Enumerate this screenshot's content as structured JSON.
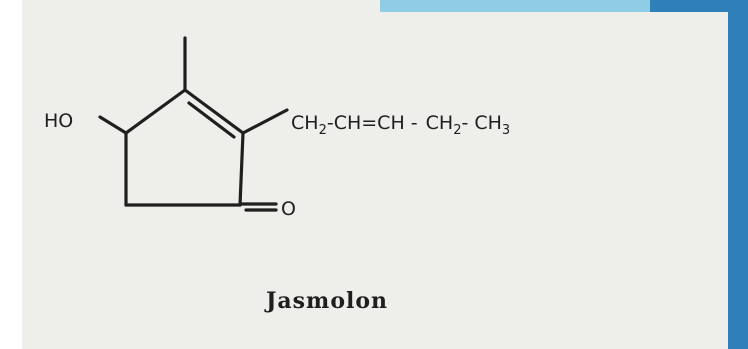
{
  "colors": {
    "paper": "#eeeeea",
    "ink": "#1f1f1f",
    "accent_blue": "#2f80b8",
    "accent_blue_light": "#8fcde6"
  },
  "molecule": {
    "hydroxyl": "HO",
    "carbonyl_oxygen": "O",
    "chain": [
      {
        "text": "CH",
        "sub": "2"
      },
      {
        "text": "-CH=CH -"
      },
      {
        "text": "CH",
        "sub": "2"
      },
      {
        "text": "- CH",
        "sub": "3"
      }
    ],
    "name": "Jasmolon"
  }
}
